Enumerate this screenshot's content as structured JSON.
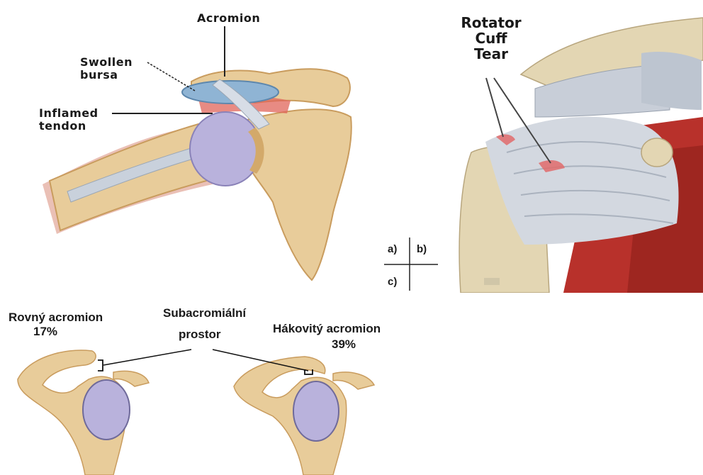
{
  "panel_a": {
    "labels": {
      "acromion": "Acromion",
      "swollen_bursa": [
        "Swollen",
        "bursa"
      ],
      "inflamed_tendon": [
        "Inflamed",
        "tendon"
      ]
    }
  },
  "panel_b": {
    "labels": {
      "rotator_cuff_tear": [
        "Rotator",
        "Cuff",
        "Tear"
      ]
    }
  },
  "panel_legend": {
    "a": "a)",
    "b": "b)",
    "c": "c)"
  },
  "panel_c": {
    "labels": {
      "flat_acromion": "Rovný acromion",
      "flat_percent": "17%",
      "subacromial_space": [
        "Subacromiální",
        "prostor"
      ],
      "hooked_acromion": "Hákovitý acromion",
      "hooked_percent": "39%"
    }
  },
  "colors": {
    "bone": "#e8cc9a",
    "bone_shadow": "#d3a96a",
    "bursa": "#8fb4d4",
    "humeral_head": "#b9b2dc",
    "tendon": "#c9d1dc",
    "muscle": "#b8312b",
    "inflamed": "#e0645a"
  }
}
